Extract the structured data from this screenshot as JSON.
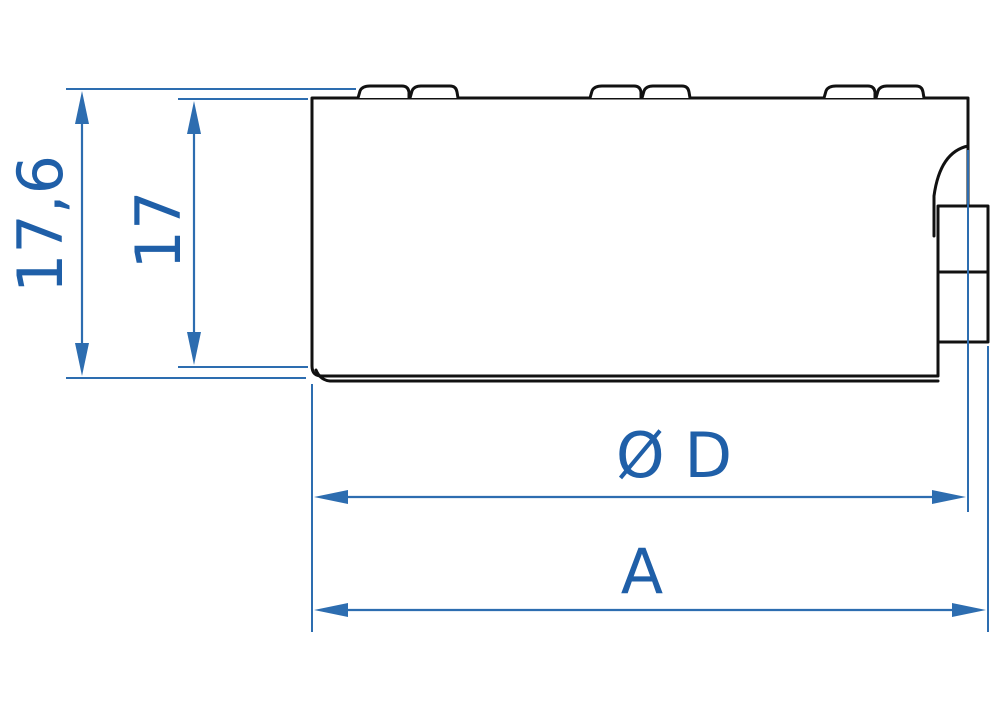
{
  "dimensions": {
    "outer_height_label": "17,6",
    "inner_height_label": "17",
    "diameter_label": "Ø D",
    "overall_length_label": "A"
  },
  "colors": {
    "dimension": "#2d6db0",
    "dimension_text": "#1f5fa8",
    "outline": "#111111",
    "background": "#ffffff"
  }
}
